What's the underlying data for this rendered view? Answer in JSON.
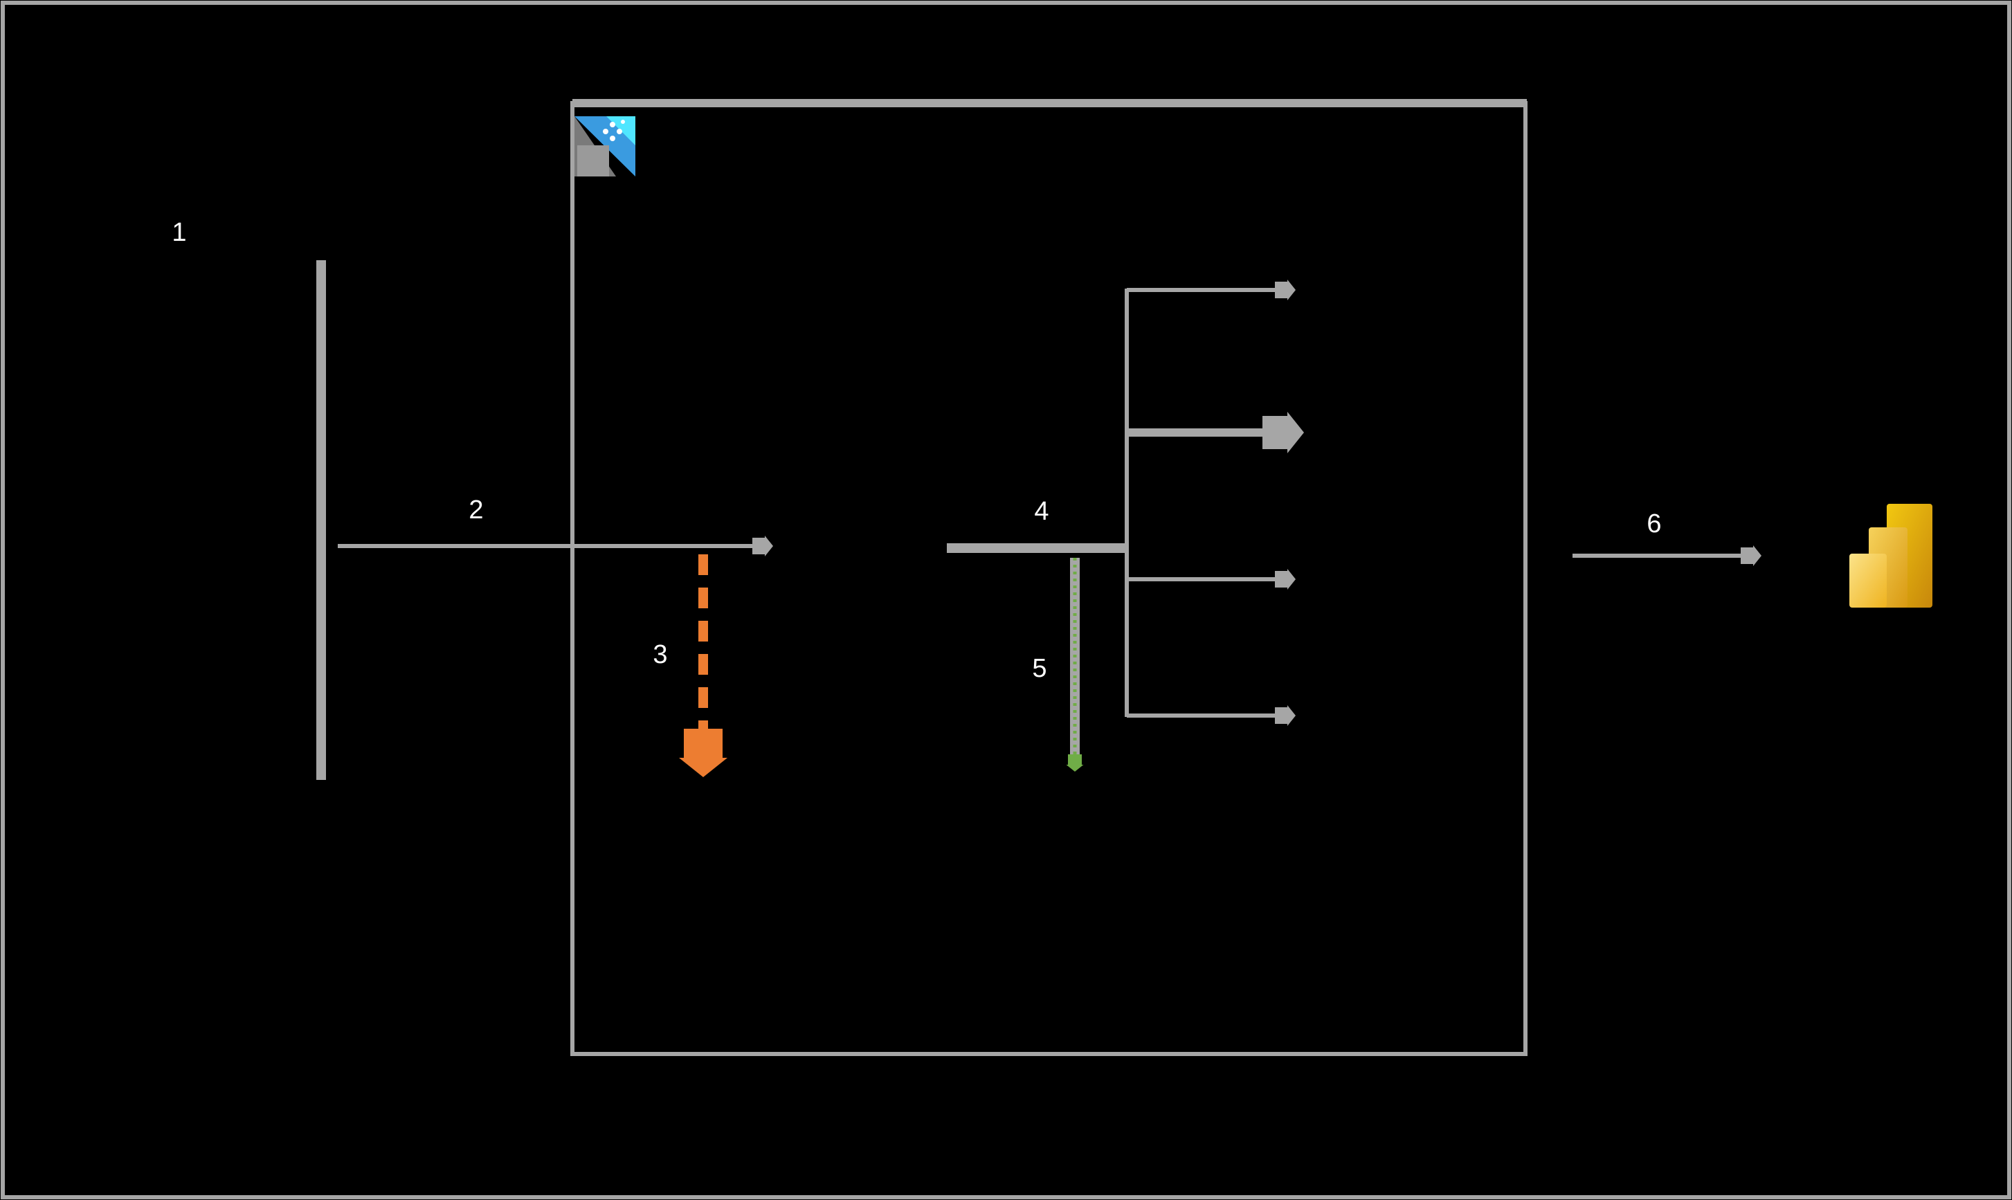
{
  "diagram": {
    "colors": {
      "background": "#000000",
      "frame": "#a6a6a6",
      "connector": "#a6a6a6",
      "dashed_connector": "#ed7d31",
      "dotted_connector": "#70ad47",
      "label_text": "#ffffff"
    },
    "step_labels": [
      "1",
      "2",
      "3",
      "4",
      "5",
      "6"
    ],
    "icons": {
      "container_icon": "azure-service-icon",
      "output_icon": "power-bi-icon"
    },
    "connectors": [
      {
        "from": "1",
        "to": "container",
        "style": "solid",
        "label": "2"
      },
      {
        "from": "container-input",
        "to": "below",
        "style": "dashed",
        "label": "3"
      },
      {
        "from": "4",
        "to": "branches",
        "style": "solid",
        "label": "4",
        "branches": 4
      },
      {
        "from": "4",
        "to": "below",
        "style": "dotted",
        "label": "5"
      },
      {
        "from": "container",
        "to": "power-bi-icon",
        "style": "solid",
        "label": "6"
      }
    ]
  }
}
